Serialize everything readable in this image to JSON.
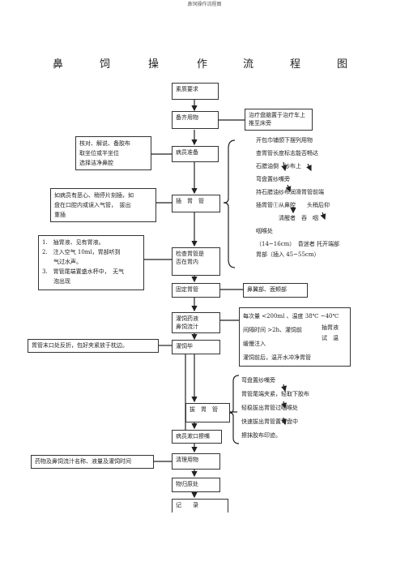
{
  "header": "鼻饲操作流程图",
  "title_chars": [
    "鼻",
    "饲",
    "操",
    "作",
    "流",
    "程",
    "图"
  ],
  "steps": {
    "s1": "素质要求",
    "s2": "备齐用物",
    "s3": "病员准备",
    "s4": "插　胃　管",
    "s5a": "检查胃管是",
    "s5b": "否在胃内",
    "s6": "固定胃管",
    "s7a": "灌饲药液",
    "s7b": "鼻饲流汁",
    "s8": "灌饲毕",
    "s9": "拔　胃　管",
    "s10": "病员漱口擦嘴",
    "s11": "清理用物",
    "s12": "物归原处",
    "s13": "记　　录"
  },
  "side": {
    "tray1": "治疗盘脑置于治疗车上",
    "tray2": "推至床旁",
    "patient": [
      "核对、解说、备胶布",
      "取坐位或半坐位",
      "选择洁净鼻腔"
    ],
    "insert_left": [
      "如病员有恶心、稍停片刻插，如",
      "盘在口腔内或误入气管，　拔出",
      "重插"
    ],
    "check": [
      "1.　抽胃液、见有胃液。",
      "2.　注入空气 10ml，胃部听到",
      "　　气过水声。",
      "3.　胃管尾端置盛水杯中，　无气",
      "　　泡出现"
    ],
    "fix": "鼻翼部、面颊部",
    "feed": [
      "每次量 <200ml 、温度 38℃ ~40℃",
      "间隔时间 >2h、灌饲前",
      "缓慢注入",
      "灌饲前后，温开水冲净胃管"
    ],
    "feed_right": [
      "抽胃液",
      "试　温"
    ],
    "after": "胃管末口处反折，包好夹紧放于枕边。",
    "record": "药物及鼻饲流汁名称、液量及灌饲时间",
    "insert_right": [
      "开包巾铺颌下摆列用物",
      "查胃管长度标志能否畅达",
      "石腊油倒　纱布上",
      "弯盘置纱嘴旁",
      "持石腊油纱布润滑胃管前端",
      "插胃管①从鼻腔　　头稍后仰",
      "　　　　清醒者　吞　咽",
      "咽喉处",
      "（14~16cm）　昏迷者 托开端部",
      "胃部（插入 45~55cm）"
    ],
    "remove_right": [
      "弯盘置纱嘴旁",
      "胃管尾端夹紧，轻取下胶布",
      "轻稳拔出胃管过咽喉处",
      "快速拔出胃管置弯盘中",
      "擦抹胶布印迹。"
    ]
  }
}
